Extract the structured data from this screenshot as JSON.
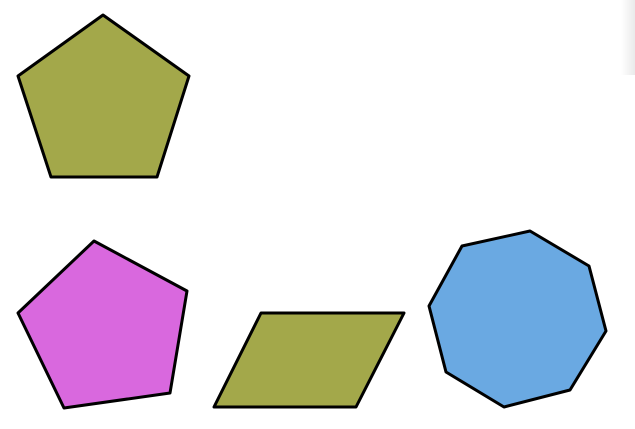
{
  "shapes": [
    {
      "name": "olive-pentagon",
      "kind": "pentagon",
      "fill": "#a3a84a",
      "stroke": "#000000"
    },
    {
      "name": "magenta-pentagon",
      "kind": "pentagon",
      "fill": "#d968de",
      "stroke": "#000000"
    },
    {
      "name": "olive-parallelogram",
      "kind": "parallelogram",
      "fill": "#a3a84a",
      "stroke": "#000000"
    },
    {
      "name": "blue-octagon",
      "kind": "octagon",
      "fill": "#6aa9e2",
      "stroke": "#000000"
    }
  ]
}
